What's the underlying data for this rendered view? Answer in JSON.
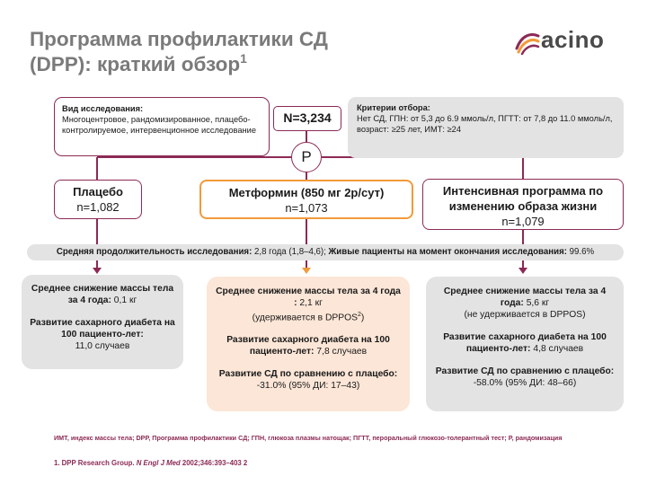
{
  "title": {
    "line1": "Программа профилактики СД",
    "line2": "(DPP): краткий обзор",
    "sup": "1"
  },
  "logo": {
    "text": "acino",
    "icon": "acino-swirl-logo"
  },
  "study_type": {
    "label": "Вид исследования:",
    "text": "Многоцентровое, рандомизированное, плацебо-контролируемое, интервенционное исследование"
  },
  "n_total": "N=3,234",
  "randomization": "Р",
  "criteria": {
    "label": "Критерии отбора:",
    "line1": "Нет СД, ГПН: от 5,3 до 6.9 ммоль/л, ПГТТ: от 7,8 до 11.0 ммоль/л,",
    "line2": "возраст: ≥25 лет, ИМТ: ≥24"
  },
  "arms": {
    "placebo": {
      "title": "Плацебо",
      "n": "n=1,082"
    },
    "metformin": {
      "title": "Метформин (850 мг 2р/сут)",
      "n": "n=1,073"
    },
    "intensive": {
      "title": "Интенсивная программа по изменению образа жизни",
      "n": "n=1,079"
    }
  },
  "duration": {
    "label1": "Средняя продолжительность исследования:",
    "value1": " 2,8 года (1,8–4,6); ",
    "label2": "Живые пациенты на момент окончания исследования:",
    "value2": " 99.6%"
  },
  "results": {
    "placebo": {
      "w_label": "Среднее снижение массы тела за 4 года:",
      "w_value": " 0,1 кг",
      "d_label": "Развитие сахарного диабета на 100 пациенто-лет:",
      "d_value": "11,0 случаев"
    },
    "metformin": {
      "w_label": "Среднее снижение массы тела за 4 года :",
      "w_value": " 2,1 кг",
      "w_note": "(удерживается в DPPOS",
      "w_note_sup": "2",
      "w_note_end": ")",
      "d_label": "Развитие сахарного диабета на 100 пациенто-лет:",
      "d_value": " 7,8 случаев",
      "c_label": "Развитие СД по сравнению с плацебо:",
      "c_value": " -31.0% (95% ДИ: 17–43)"
    },
    "intensive": {
      "w_label": "Среднее снижение массы тела за 4 года:",
      "w_value": " 5,6 кг",
      "w_note": "(не  удерживается в DPPOS)",
      "d_label": "Развитие сахарного диабета на 100 пациенто-лет:",
      "d_value": " 4,8 случаев",
      "c_label": "Развитие СД по сравнению с плацебо:",
      "c_value": " -58.0% (95% ДИ: 48–66)"
    }
  },
  "abbreviations": "ИМТ, индекс массы тела; DPP, Программа профилактики СД; ГПН, глюкоза плазмы натощак; ПГТТ, пероральный глюкозо-толерантный тест; Р, рандомизация",
  "reference": {
    "prefix": "1. DPP Research Group. ",
    "journal": "N Engl J Med",
    "suffix": " 2002;346:393–403 2"
  },
  "colors": {
    "accent": "#8c2a55",
    "orange": "#f29a3a",
    "gray_box": "#e3e3e3",
    "peach_box": "#fce6d7",
    "title": "#7a7a7a"
  }
}
